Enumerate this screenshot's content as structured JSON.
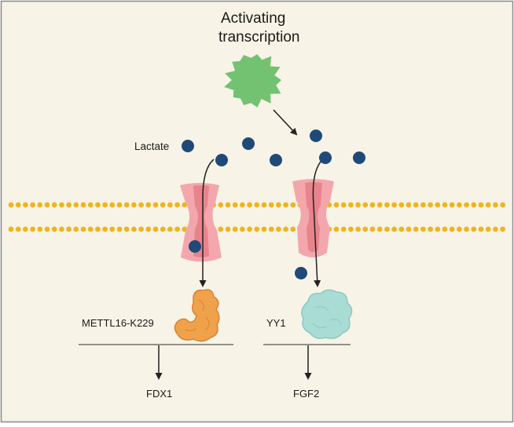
{
  "diagram": {
    "title_line1": "Activating",
    "title_line2": "transcription",
    "lactate_label": "Lactate",
    "enzyme_label": "METTL16-K229",
    "tf_label": "YY1",
    "product_left": "FDX1",
    "product_right": "FGF2"
  },
  "colors": {
    "background": "#f7f3e6",
    "frame": "#8a8a8a",
    "membrane_bead": "#f2b41c",
    "transporter_outer": "#f3a7ad",
    "transporter_inner": "#e77f88",
    "lactate_molecule": "#1f4a78",
    "activator": "#72c272",
    "enzyme_shape": "#f0a24a",
    "tf_shape": "#a8dcd5",
    "arrow": "#222222"
  },
  "icons": {
    "activator": "spiky-blob-icon",
    "enzyme": "protein-blob-icon",
    "transcription_factor": "cloud-blob-icon",
    "transporter": "channel-icon"
  }
}
